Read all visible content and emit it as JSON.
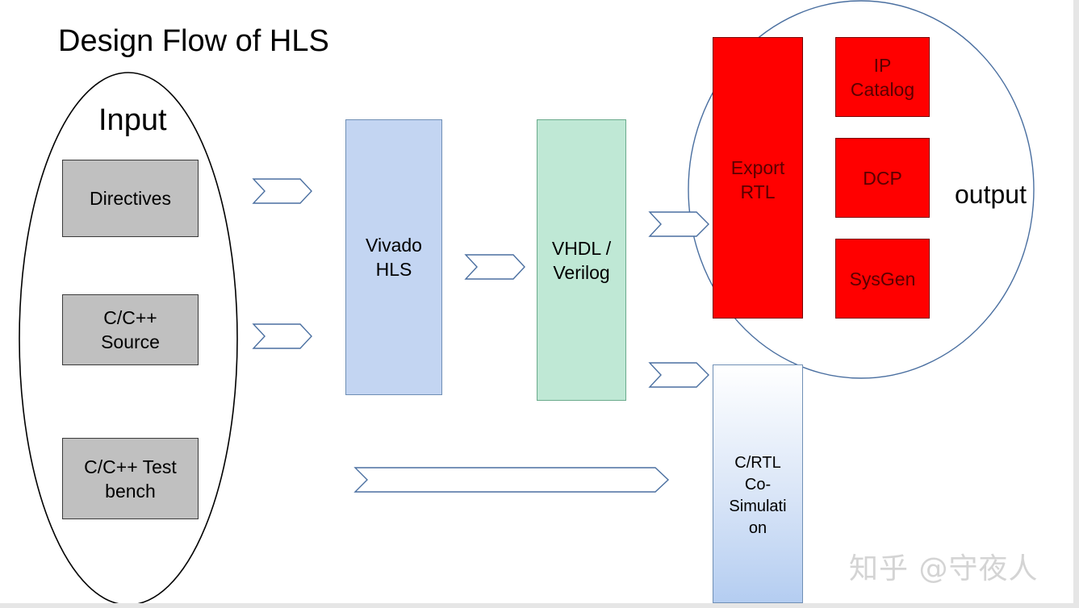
{
  "title": "Design Flow of HLS",
  "input": {
    "label": "Input",
    "items": [
      "Directives",
      "C/C++\nSource",
      "C/C++ Test\nbench"
    ]
  },
  "processing": {
    "vivado_hls": "Vivado\nHLS",
    "vhdl_verilog": "VHDL /\nVerilog"
  },
  "output": {
    "label": "output",
    "export_rtl": "Export\nRTL",
    "ip_catalog": "IP\nCatalog",
    "dcp": "DCP",
    "sysgen": "SysGen"
  },
  "cosim": "C/RTL\nCo-\nSimulati\non",
  "watermark": "知乎 @守夜人",
  "colors": {
    "input_box": "#c0c0c0",
    "vivado_box": "#c3d5f2",
    "vhdl_box": "#bfe8d5",
    "output_box": "#ff0000",
    "arrow_stroke": "#4a6fa0",
    "output_circle": "#4a6fa0"
  }
}
